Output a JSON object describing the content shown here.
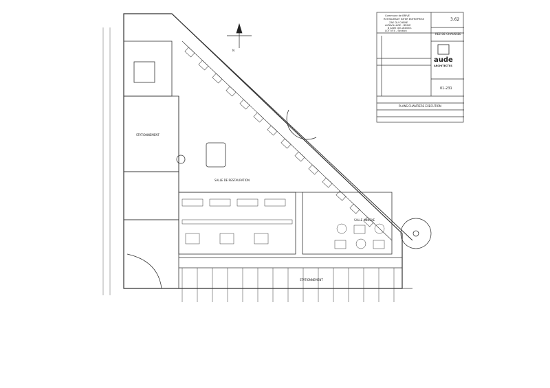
{
  "plan": {
    "rooms": {
      "dining": "SALLE DE RESTAURATION",
      "annex": "SALLE ANNEXE",
      "parking_left": "STATIONNEMENT",
      "parking_bottom": "STATIONNEMENT"
    },
    "north_label": "N"
  },
  "title_block": {
    "project_lines": [
      "Commune de BRIVE",
      "RESTAURANT INTER ENTREPRISE",
      "ZAE DU CHENE",
      "ALTAVILLAGE - BRIVE",
      "8 Allée des Ateliers",
      "LOT N°4 - Section"
    ],
    "sheet_number": "3.62",
    "level": "REZ DE CHAUSSEE",
    "firm_name": "aude",
    "firm_subtitle": "ARCHITECTES",
    "project_code": "01-231",
    "phase": "PLANS CHANTIERS EXECUTION"
  }
}
